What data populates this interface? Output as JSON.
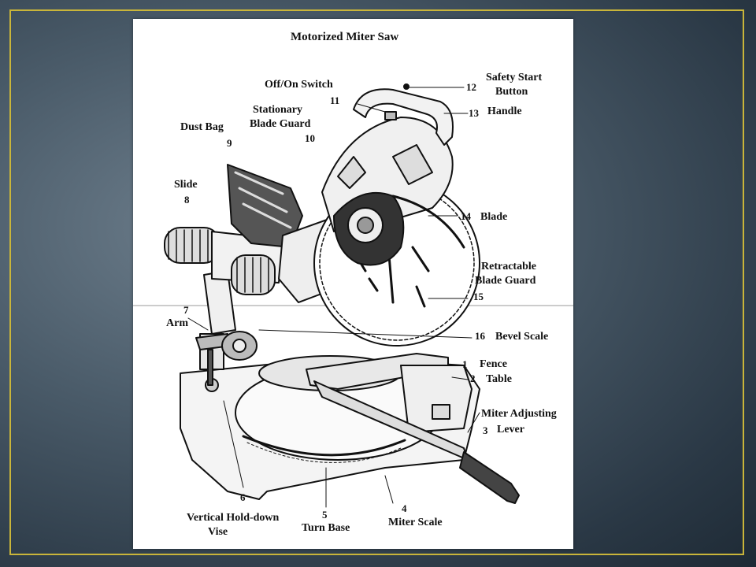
{
  "title": "Motorized Miter Saw",
  "parts": [
    {
      "num": "1",
      "name": "Fence"
    },
    {
      "num": "2",
      "name": "Table"
    },
    {
      "num": "3",
      "name": "Miter Adjusting Lever"
    },
    {
      "num": "4",
      "name": "Miter Scale"
    },
    {
      "num": "5",
      "name": "Turn Base"
    },
    {
      "num": "6",
      "name": "Vertical Hold-down Vise"
    },
    {
      "num": "7",
      "name": "Arm"
    },
    {
      "num": "8",
      "name": "Slide"
    },
    {
      "num": "9",
      "name": "Dust Bag"
    },
    {
      "num": "10",
      "name": "Stationary Blade Guard"
    },
    {
      "num": "11",
      "name": "Off/On Switch"
    },
    {
      "num": "12",
      "name": "Safety Start Button"
    },
    {
      "num": "13",
      "name": "Handle"
    },
    {
      "num": "14",
      "name": "Blade"
    },
    {
      "num": "15",
      "name": "Retractable Blade Guard"
    },
    {
      "num": "16",
      "name": "Bevel Scale"
    }
  ],
  "text": {
    "sw_name": "Off/On Switch",
    "sg_name1": "Stationary",
    "sg_name2": "Blade Guard",
    "ss_name1": "Safety Start",
    "ss_name2": "Button",
    "rg_name1": "Retractable",
    "rg_name2": "Blade Guard",
    "ml_name1": "Miter Adjusting",
    "ml_name2": "Lever",
    "vv_name1": "Vertical Hold-down",
    "vv_name2": "Vise"
  }
}
